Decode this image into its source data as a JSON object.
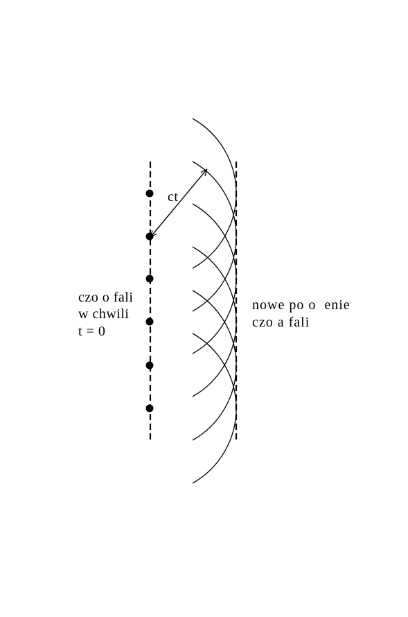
{
  "labels": {
    "ct": "ct",
    "old_front": [
      "czo o fali",
      "w chwili",
      "t = 0"
    ],
    "new_front": [
      "nowe po o  enie",
      "czo a fali"
    ]
  },
  "colors": {
    "ink": "#000000",
    "background": "#ffffff"
  },
  "diagram": {
    "wave_sources": 6,
    "secondary_wavelets": 6
  }
}
